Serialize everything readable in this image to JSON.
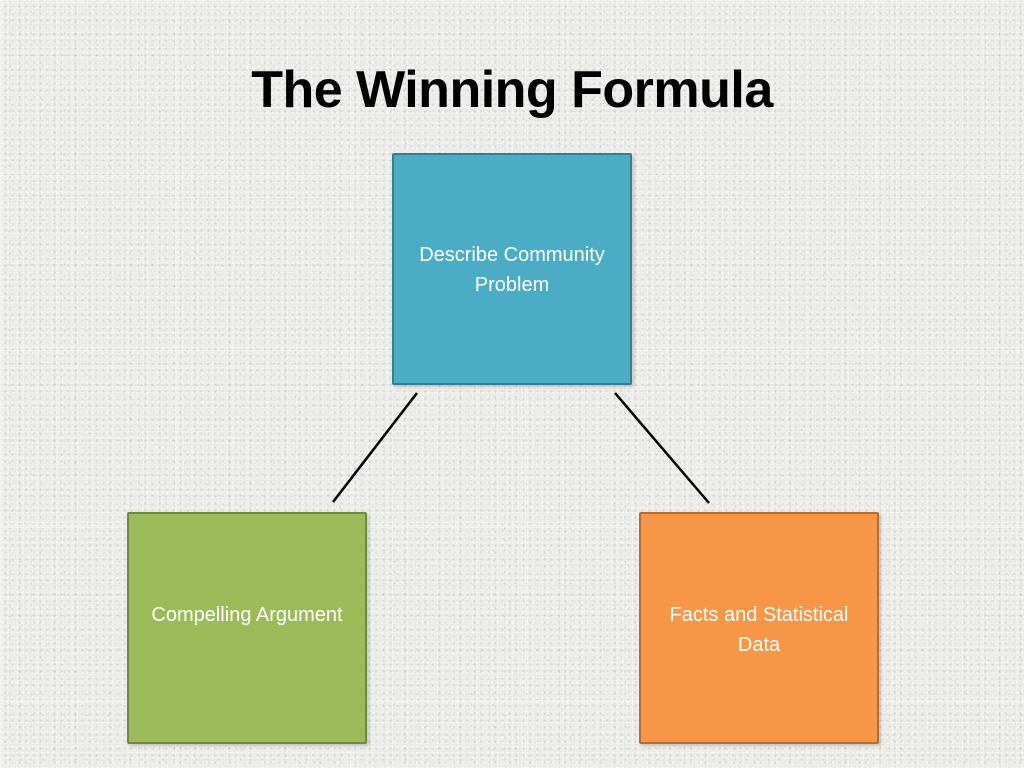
{
  "slide": {
    "title": "The Winning Formula"
  },
  "diagram": {
    "nodes": [
      {
        "id": "top",
        "label": "Describe Community Problem",
        "color": "#4bacc6"
      },
      {
        "id": "left",
        "label": "Compelling Argument",
        "color": "#9bbb59"
      },
      {
        "id": "right",
        "label": "Facts and Statistical Data",
        "color": "#f79646"
      }
    ],
    "edges": [
      {
        "from": "top",
        "to": "left"
      },
      {
        "from": "top",
        "to": "right"
      }
    ]
  }
}
